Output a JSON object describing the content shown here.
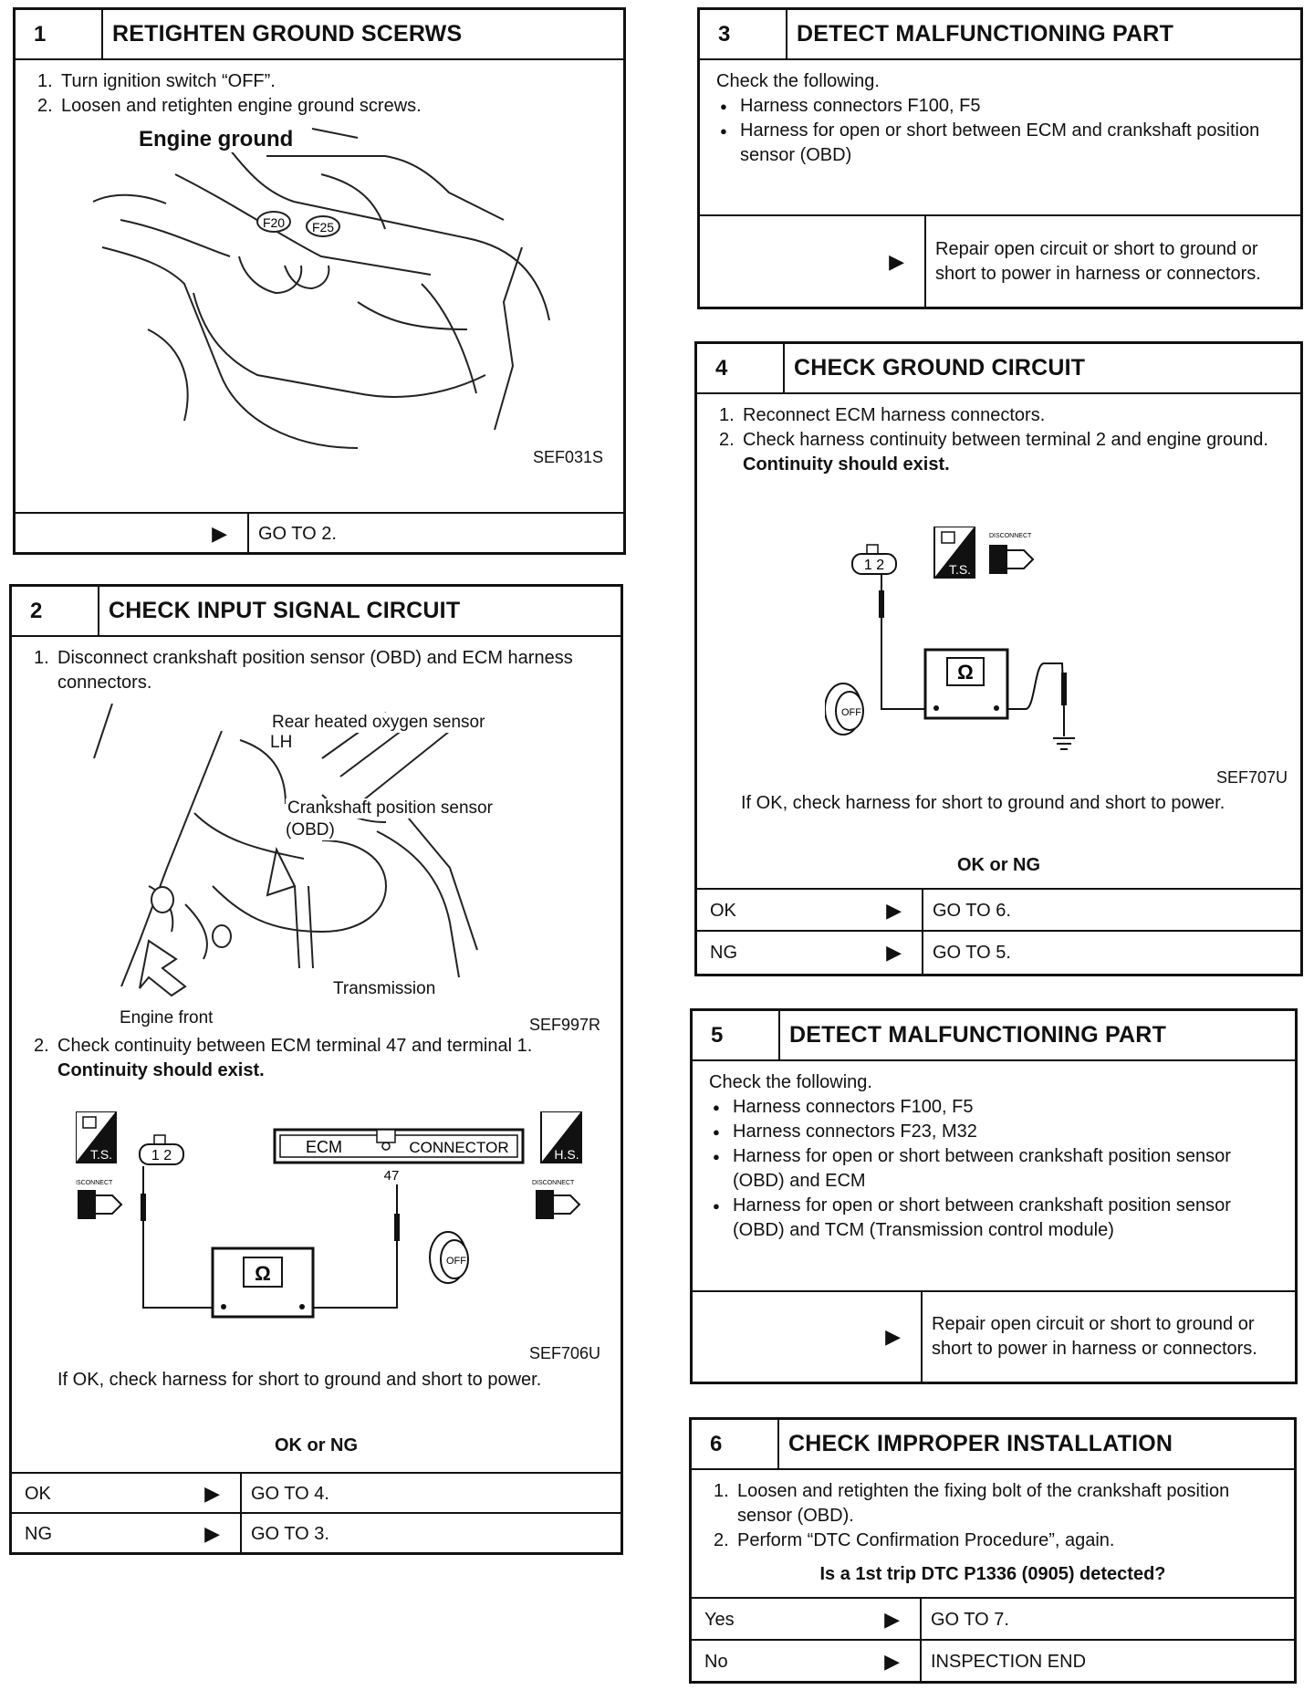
{
  "steps": {
    "s1": {
      "num": "1",
      "title": "RETIGHTEN GROUND SCERWS",
      "items": [
        "Turn ignition switch “OFF”.",
        "Loosen and retighten engine ground screws."
      ],
      "fig_label": "Engine ground",
      "tag_a": "F20",
      "tag_b": "F25",
      "ref": "SEF031S",
      "arrow": "▶",
      "goto": "GO TO 2."
    },
    "s2": {
      "num": "2",
      "title": "CHECK INPUT SIGNAL CIRCUIT",
      "item1": "Disconnect crankshaft position sensor (OBD) and ECM harness connectors.",
      "label_rear": "Rear heated oxygen sensor",
      "label_lh": "LH",
      "label_crank": "Crankshaft position sensor",
      "label_obd": "(OBD)",
      "label_trans": "Transmission",
      "label_front": "Engine front",
      "ref1": "SEF997R",
      "item2": "Check continuity between ECM terminal 47 and terminal 1.",
      "cont": "Continuity should exist.",
      "ts": "T.S.",
      "hs": "H.S.",
      "disc": "DISCONNECT",
      "conn_pins": "1 2",
      "ecm": "ECM",
      "connector": "CONNECTOR",
      "term": "47",
      "ohm": "Ω",
      "off": "OFF",
      "ref2": "SEF706U",
      "ifok": "If OK, check harness for short to ground and short to power.",
      "okng": "OK or NG",
      "rows": [
        {
          "label": "OK",
          "arrow": "▶",
          "action": "GO TO 4."
        },
        {
          "label": "NG",
          "arrow": "▶",
          "action": "GO TO 3."
        }
      ]
    },
    "s3": {
      "num": "3",
      "title": "DETECT MALFUNCTIONING PART",
      "intro": "Check the following.",
      "bullets": [
        "Harness connectors F100, F5",
        "Harness for open or short between ECM and crankshaft position sensor (OBD)"
      ],
      "arrow": "▶",
      "action": "Repair open circuit or short to ground or short to power in harness or connectors."
    },
    "s4": {
      "num": "4",
      "title": "CHECK GROUND CIRCUIT",
      "items": [
        "Reconnect ECM harness connectors.",
        "Check harness continuity between terminal 2 and engine ground."
      ],
      "cont": "Continuity should exist.",
      "ts": "T.S.",
      "disc": "DISCONNECT",
      "conn_pins": "1 2",
      "ohm": "Ω",
      "off": "OFF",
      "ref": "SEF707U",
      "ifok": "If OK, check harness for short to ground and short to power.",
      "okng": "OK or NG",
      "rows": [
        {
          "label": "OK",
          "arrow": "▶",
          "action": "GO TO 6."
        },
        {
          "label": "NG",
          "arrow": "▶",
          "action": "GO TO 5."
        }
      ]
    },
    "s5": {
      "num": "5",
      "title": "DETECT MALFUNCTIONING PART",
      "intro": "Check the following.",
      "bullets": [
        "Harness connectors F100, F5",
        "Harness connectors F23, M32",
        "Harness for open or short between crankshaft position sensor (OBD) and ECM",
        "Harness for open or short between crankshaft position sensor (OBD) and TCM (Transmission control module)"
      ],
      "arrow": "▶",
      "action": "Repair open circuit or short to ground or short to power in harness or connectors."
    },
    "s6": {
      "num": "6",
      "title": "CHECK IMPROPER INSTALLATION",
      "items": [
        "Loosen and retighten the fixing bolt of the crankshaft position sensor (OBD).",
        "Perform “DTC Confirmation Procedure”, again."
      ],
      "question": "Is a 1st trip DTC P1336 (0905) detected?",
      "rows": [
        {
          "label": "Yes",
          "arrow": "▶",
          "action": "GO TO 7."
        },
        {
          "label": "No",
          "arrow": "▶",
          "action": "INSPECTION END"
        }
      ]
    }
  }
}
